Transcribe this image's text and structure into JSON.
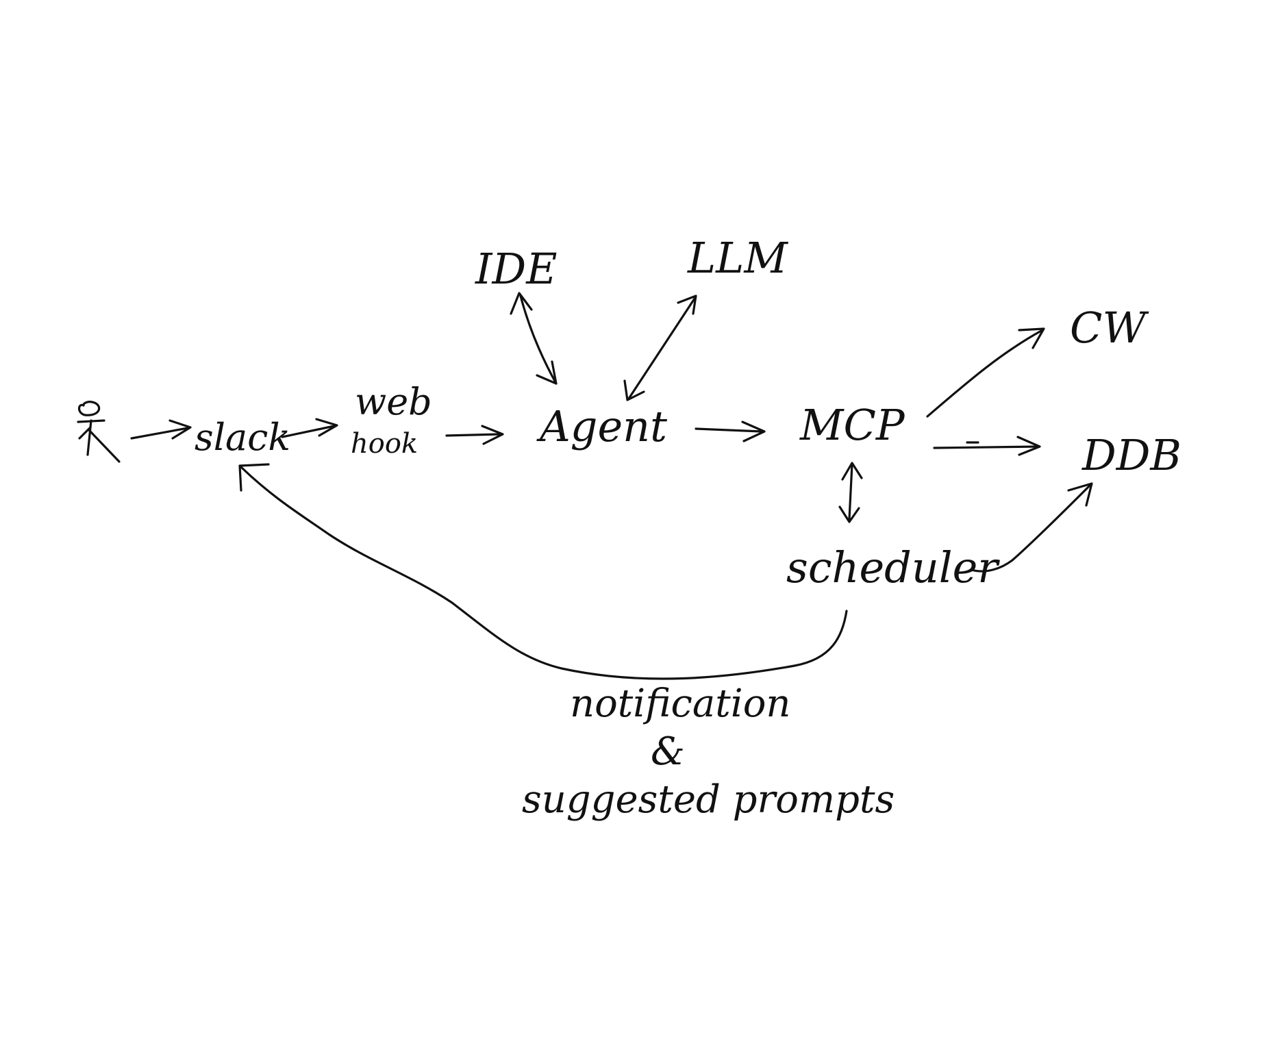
{
  "diagram": {
    "style": "hand-drawn whiteboard sketch",
    "ink_color": "#111111",
    "background_color": "#ffffff",
    "actor": {
      "icon": "stick-figure-icon"
    },
    "nodes": {
      "slack": "slack",
      "webhook_top": "web",
      "webhook_bottom": "hook",
      "agent": "Agent",
      "ide": "IDE",
      "llm": "LLM",
      "mcp": "MCP",
      "cw": "CW",
      "ddb": "DDB",
      "scheduler": "scheduler"
    },
    "feedback_label": {
      "line1": "notification",
      "line2": "&",
      "line3": "suggested prompts"
    },
    "edges": [
      {
        "from": "actor",
        "to": "slack",
        "direction": "forward"
      },
      {
        "from": "slack",
        "to": "webhook",
        "direction": "forward"
      },
      {
        "from": "webhook",
        "to": "agent",
        "direction": "forward"
      },
      {
        "from": "agent",
        "to": "ide",
        "direction": "bidirectional"
      },
      {
        "from": "agent",
        "to": "llm",
        "direction": "bidirectional"
      },
      {
        "from": "agent",
        "to": "mcp",
        "direction": "forward"
      },
      {
        "from": "mcp",
        "to": "cw",
        "direction": "forward"
      },
      {
        "from": "mcp",
        "to": "ddb",
        "direction": "forward"
      },
      {
        "from": "mcp",
        "to": "scheduler",
        "direction": "bidirectional"
      },
      {
        "from": "scheduler",
        "to": "ddb",
        "direction": "forward"
      },
      {
        "from": "scheduler",
        "to": "slack",
        "direction": "forward"
      }
    ]
  }
}
